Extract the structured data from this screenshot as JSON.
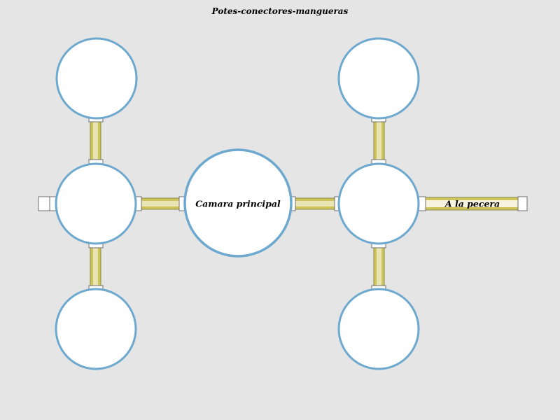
{
  "diagram": {
    "title": "Potes-conectores-mangueras",
    "main_chamber_label": "Camara principal",
    "outlet_label": "A la pecera"
  },
  "colors": {
    "background": "#e5e5e5",
    "pot_fill": "#ffffff",
    "pot_outline": "#6da8cf",
    "hose": "#cfc45a",
    "connector_outline": "#6f6f6f"
  }
}
